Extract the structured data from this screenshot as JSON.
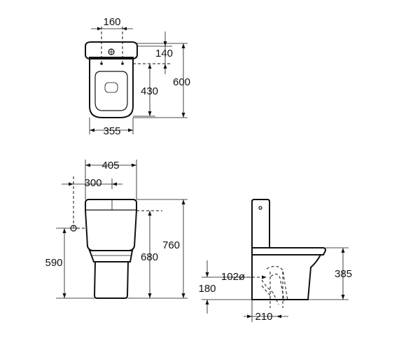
{
  "top_view": {
    "width_label": "355",
    "spacing_label": "160",
    "depth_label": "140",
    "seat_label": "430",
    "total_length_label": "600"
  },
  "front_view": {
    "total_width_label": "405",
    "inlet_label": "300",
    "inlet_height_label": "590",
    "tank_height_label": "680",
    "total_height_label": "760"
  },
  "side_view": {
    "outlet_diameter_label": "102ø",
    "outlet_height_label": "180",
    "seat_height_label": "385",
    "outlet_offset_label": "210"
  }
}
